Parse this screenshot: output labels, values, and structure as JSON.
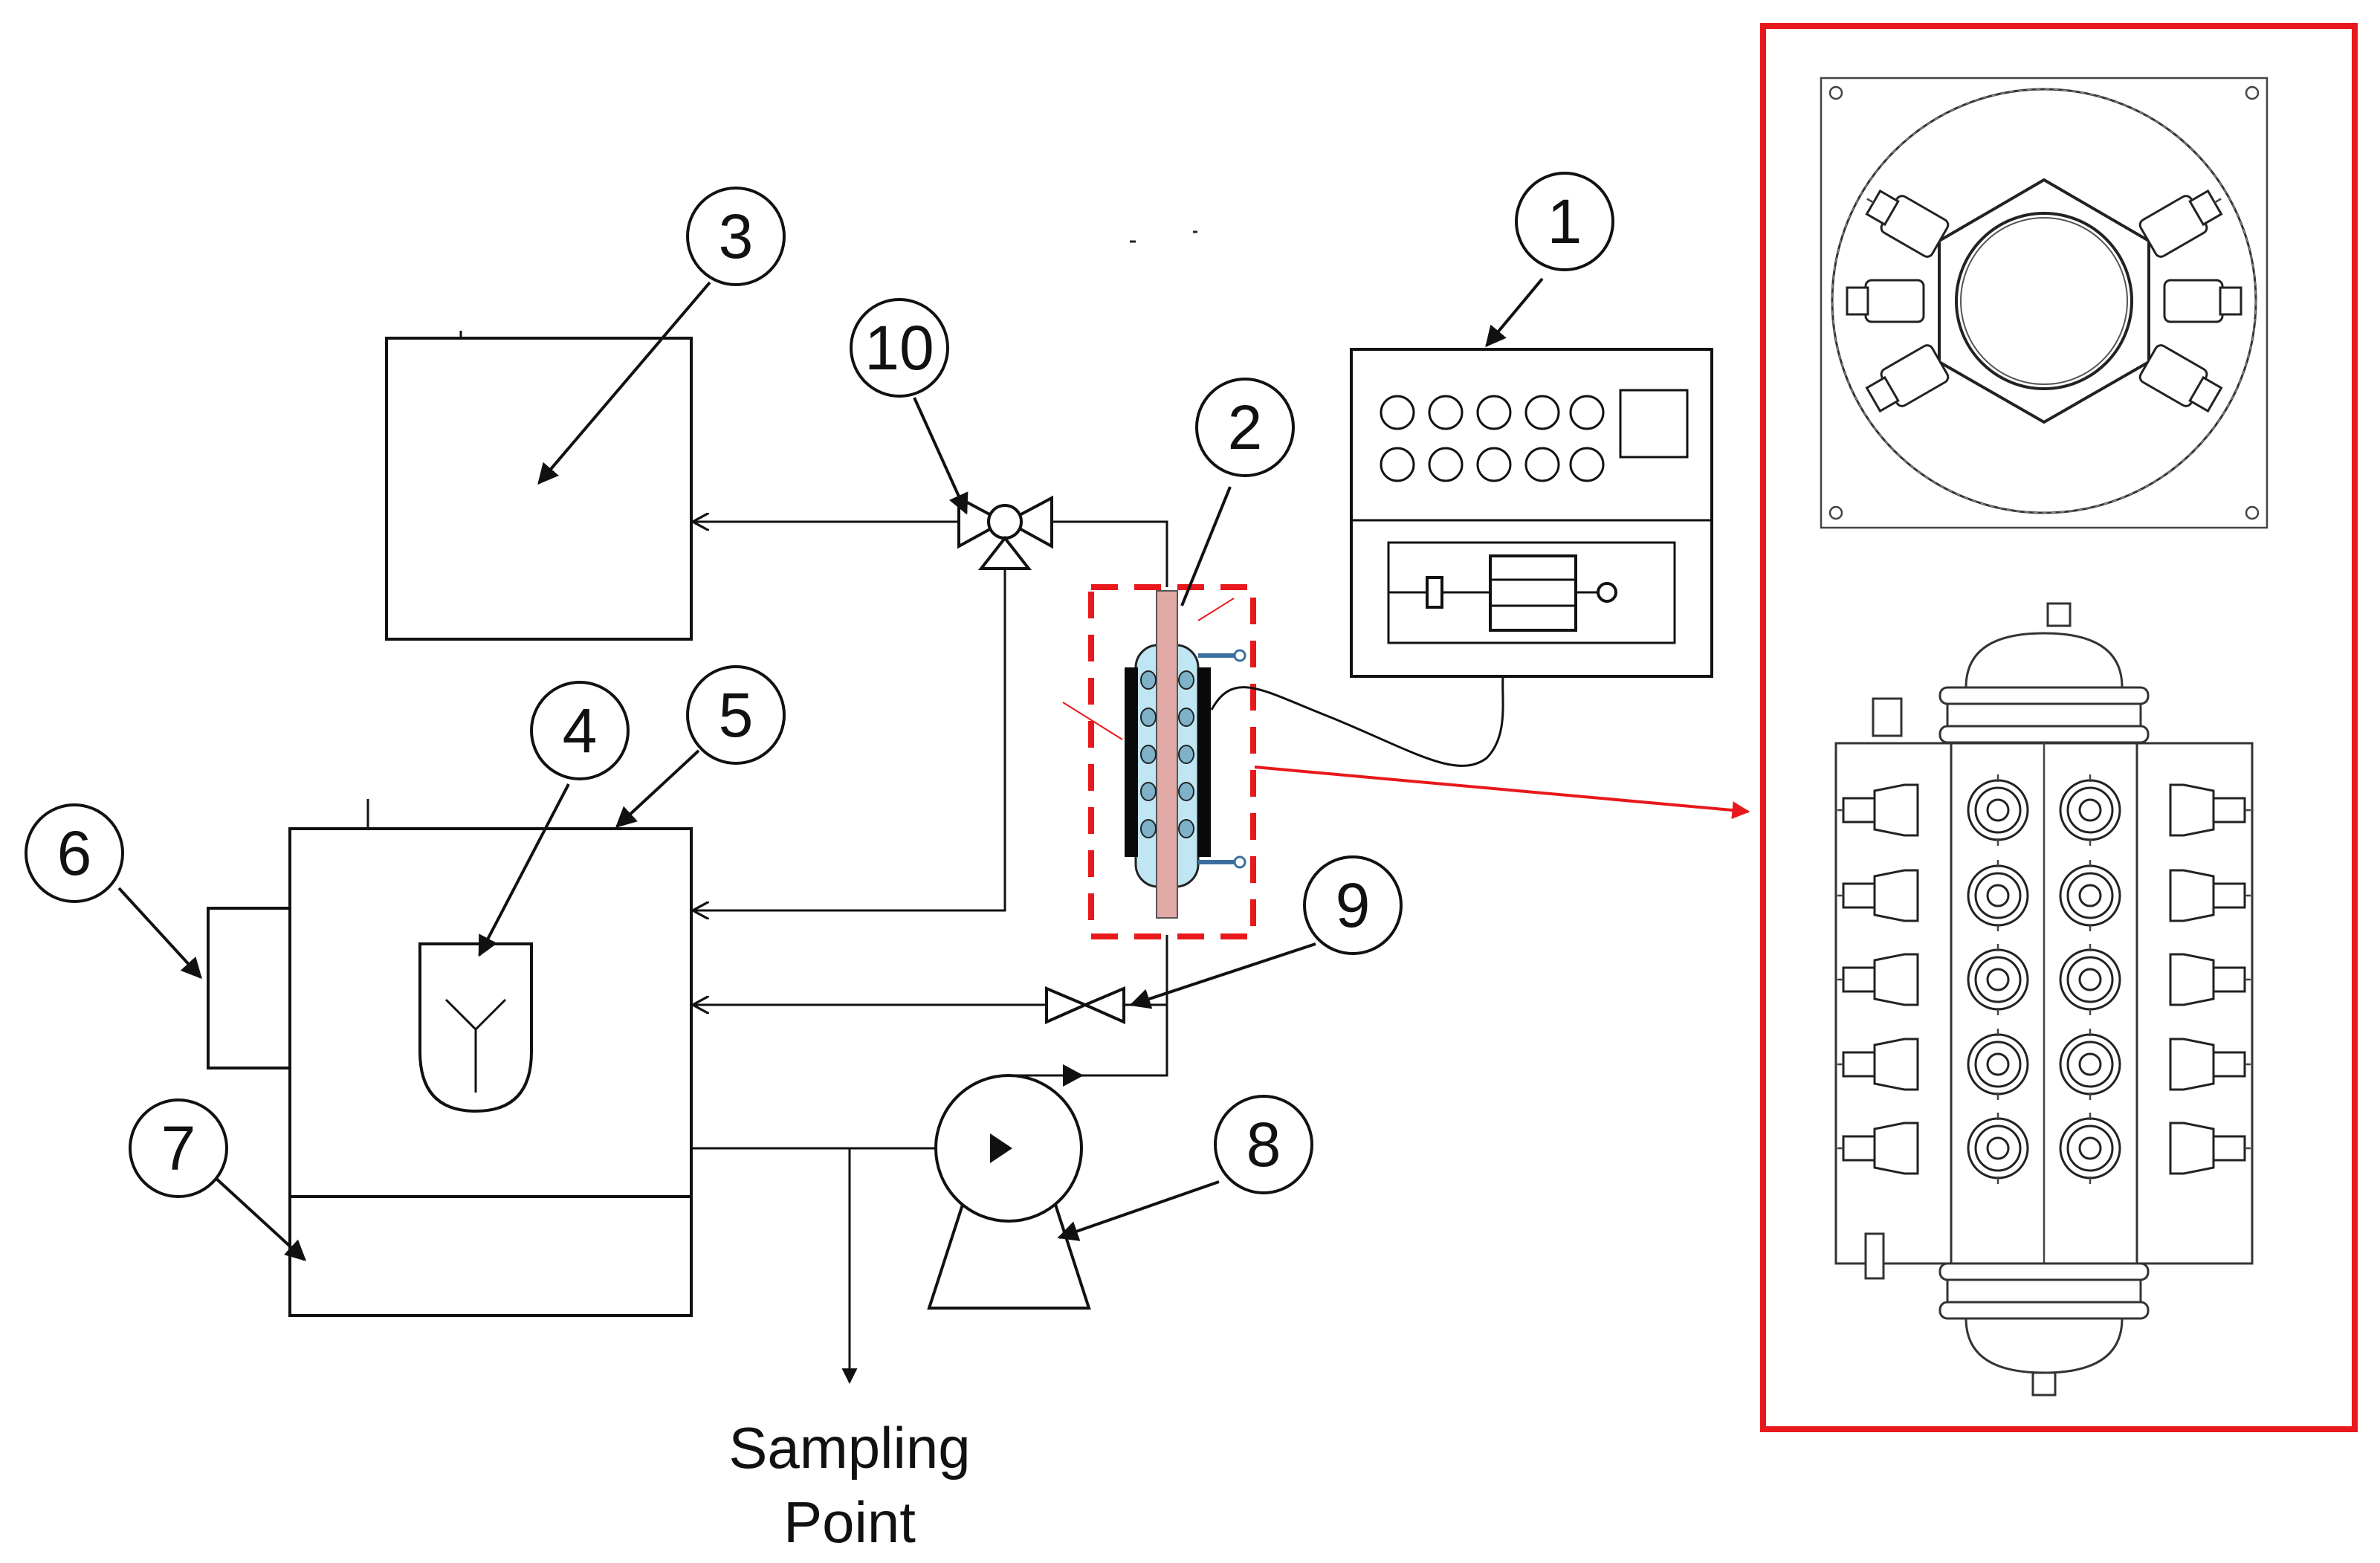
{
  "callouts": [
    {
      "id": "1",
      "label": "1"
    },
    {
      "id": "2",
      "label": "2"
    },
    {
      "id": "3",
      "label": "3"
    },
    {
      "id": "4",
      "label": "4"
    },
    {
      "id": "5",
      "label": "5"
    },
    {
      "id": "6",
      "label": "6"
    },
    {
      "id": "7",
      "label": "7"
    },
    {
      "id": "8",
      "label": "8"
    },
    {
      "id": "9",
      "label": "9"
    },
    {
      "id": "10",
      "label": "10"
    }
  ],
  "sampling_point": {
    "line1": "Sampling",
    "line2": "Point"
  },
  "colors": {
    "line": "#111111",
    "highlight": "#e8181c",
    "reactor_fill": "#bfe6f2",
    "reactor_rod": "#e2aaa6",
    "electrode": "#0a0a0a",
    "detail_frame": "#e8181c"
  }
}
